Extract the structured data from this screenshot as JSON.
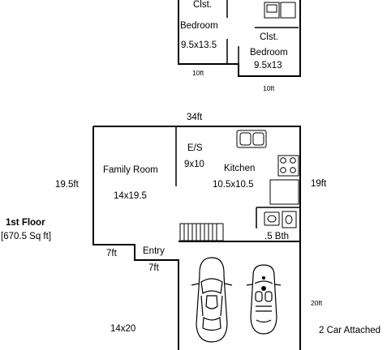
{
  "upper_floor": {
    "room_1": {
      "closet": "Clst.",
      "name": "Bedroom",
      "size": "9.5x13.5"
    },
    "room_2": {
      "closet": "Clst.",
      "name": "Bedroom",
      "size": "9.5x13"
    },
    "dim_1": "10ft",
    "dim_2": "10ft"
  },
  "first_floor": {
    "title": "1st Floor",
    "area": "[670.5 Sq ft]",
    "dim_width": "34ft",
    "dim_left": "19.5ft",
    "dim_right": "19ft",
    "dim_entry_left": "7ft",
    "dim_entry_bottom": "7ft",
    "dim_garage": "20ft",
    "family_room": {
      "name": "Family  Room",
      "size": "14x19.5"
    },
    "es": {
      "name": "E/S",
      "size": "9x10"
    },
    "kitchen": {
      "name": "Kitchen",
      "size": "10.5x10.5"
    },
    "bath": ".5 Bth",
    "entry": "Entry",
    "garage": {
      "size": "14x20",
      "name": "2 Car Attached"
    }
  }
}
